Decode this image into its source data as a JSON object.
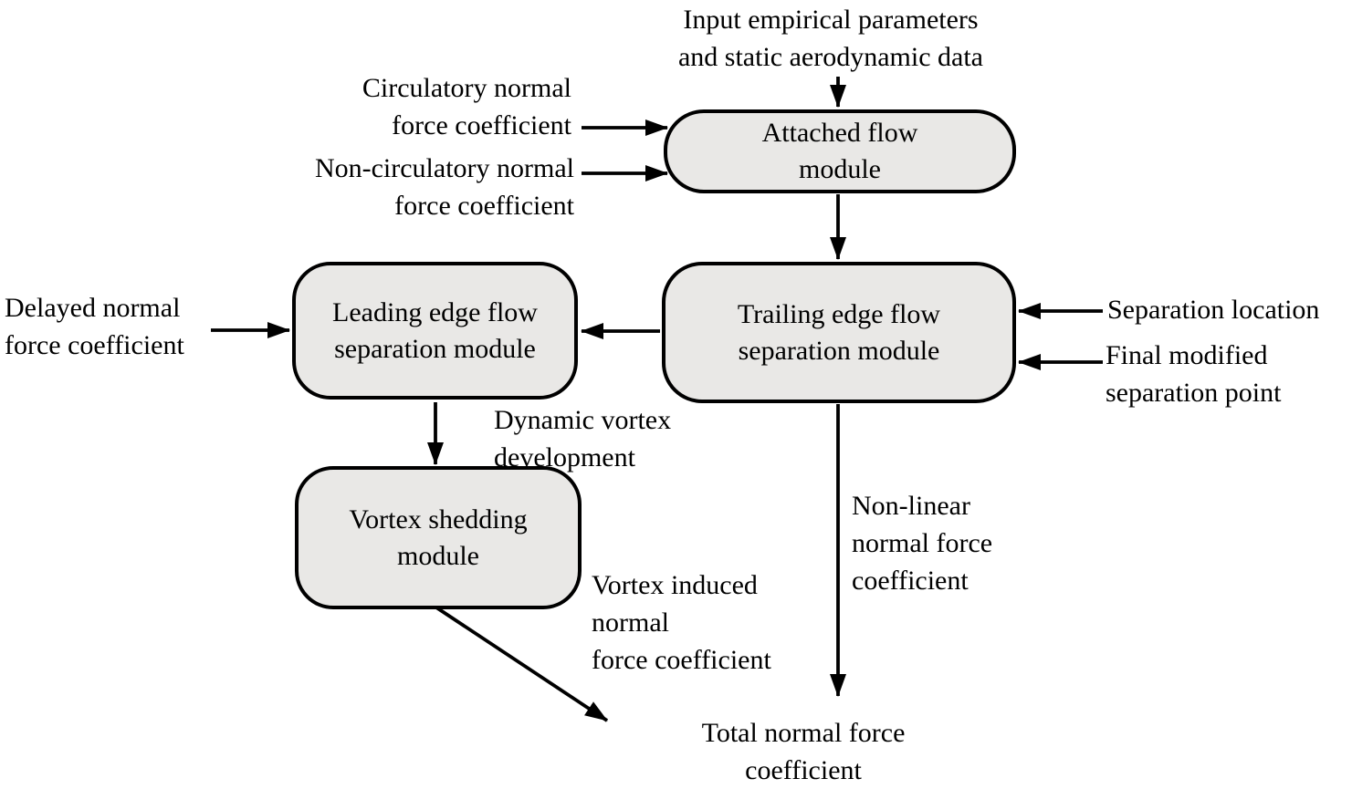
{
  "diagram": {
    "type": "flowchart",
    "colors": {
      "background": "#ffffff",
      "box_fill": "#e9e8e6",
      "box_border": "#000000",
      "text": "#000000",
      "arrow": "#000000"
    },
    "nodes": {
      "attached_flow": {
        "label": "Attached flow\nmodule"
      },
      "leading_edge": {
        "label": "Leading edge flow\nseparation module"
      },
      "trailing_edge": {
        "label": "Trailing edge flow\nseparation module"
      },
      "vortex_shedding": {
        "label": "Vortex shedding\nmodule"
      }
    },
    "labels": {
      "input": "Input empirical parameters\nand static aerodynamic data",
      "circulatory": "Circulatory normal\nforce coefficient",
      "non_circulatory": "Non-circulatory normal\nforce coefficient",
      "delayed": "Delayed normal\nforce coefficient",
      "separation_location": "Separation location",
      "final_modified": "Final modified\nseparation point",
      "dynamic_vortex": "Dynamic vortex\ndevelopment",
      "non_linear": "Non-linear\nnormal force\ncoefficient",
      "vortex_induced": "Vortex induced\nnormal\nforce coefficient",
      "total": "Total normal force\ncoefficient"
    },
    "edges": [
      {
        "from": "input-empirical-parameters",
        "to": "attached-flow-module"
      },
      {
        "from": "circulatory-normal-force-coefficient",
        "to": "attached-flow-module"
      },
      {
        "from": "non-circulatory-normal-force-coefficient",
        "to": "attached-flow-module"
      },
      {
        "from": "attached-flow-module",
        "to": "trailing-edge-flow-separation-module"
      },
      {
        "from": "trailing-edge-flow-separation-module",
        "to": "leading-edge-flow-separation-module"
      },
      {
        "from": "delayed-normal-force-coefficient",
        "to": "leading-edge-flow-separation-module"
      },
      {
        "from": "separation-location",
        "to": "trailing-edge-flow-separation-module"
      },
      {
        "from": "final-modified-separation-point",
        "to": "trailing-edge-flow-separation-module"
      },
      {
        "from": "leading-edge-flow-separation-module",
        "to": "vortex-shedding-module",
        "label": "Dynamic vortex development"
      },
      {
        "from": "trailing-edge-flow-separation-module",
        "to": "total-normal-force-coefficient",
        "label": "Non-linear normal force coefficient"
      },
      {
        "from": "vortex-shedding-module",
        "to": "total-normal-force-coefficient",
        "label": "Vortex induced normal force coefficient"
      }
    ]
  }
}
